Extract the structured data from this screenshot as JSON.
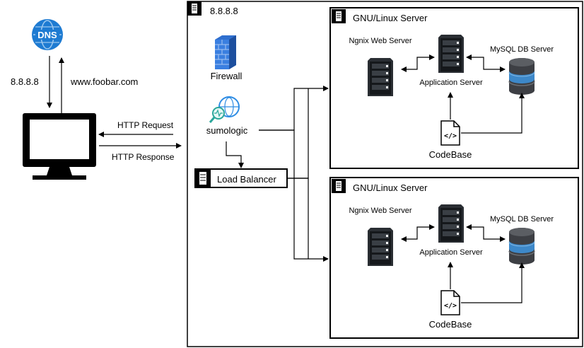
{
  "client": {
    "dns_label": "DNS",
    "ip_label": "8.8.8.8",
    "domain_label": "www.foobar.com",
    "http_request": "HTTP Request",
    "http_response": "HTTP Response"
  },
  "datacenter": {
    "title": "8.8.8.8",
    "firewall_label": "Firewall",
    "monitoring_label": "sumologic",
    "load_balancer_label": "Load Balancer"
  },
  "servers": [
    {
      "title": "GNU/Linux Server",
      "web_label": "Ngnix Web Server",
      "app_label": "Application Server",
      "db_label": "MySQL DB Server",
      "code_label": "CodeBase"
    },
    {
      "title": "GNU/Linux Server",
      "web_label": "Ngnix Web Server",
      "app_label": "Application Server",
      "db_label": "MySQL DB Server",
      "code_label": "CodeBase"
    }
  ],
  "colors": {
    "dns_blue": "#1e7bd2",
    "firewall_blue": "#2f6fcf",
    "db_blue": "#3d88c9",
    "server_dark": "#1c1f23",
    "line": "#000000"
  },
  "icons": {
    "dns": "globe-dns-icon",
    "monitor": "monitor-icon",
    "firewall": "brick-wall-icon",
    "monitoring": "magnifier-globe-icon",
    "server": "rack-server-icon",
    "database": "database-cylinder-icon",
    "code": "code-file-icon"
  }
}
